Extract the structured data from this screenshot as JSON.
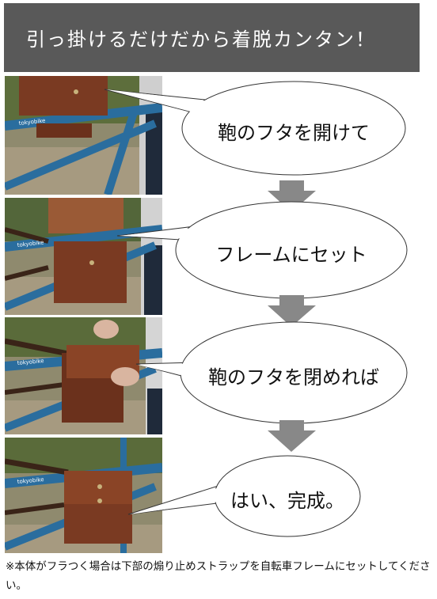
{
  "header": {
    "title": "引っ掛けるだけだから着脱カンタン！"
  },
  "steps": [
    {
      "caption": "鞄のフタを開けて",
      "photo": "bag-lid-open-on-frame"
    },
    {
      "caption": "フレームにセット",
      "photo": "bag-hooked-on-frame"
    },
    {
      "caption": "鞄のフタを閉めれば",
      "photo": "closing-bag-lid"
    },
    {
      "caption": "はい、完成。",
      "photo": "bag-mounted-complete"
    }
  ],
  "photo_labels": {
    "bike_brand": "tokyobike"
  },
  "note": "※本体がフラつく場合は下部の煽り止めストラップを自転車フレームにセットしてください。",
  "colors": {
    "header_bg": "#595959",
    "header_text": "#ffffff",
    "arrow": "#888888",
    "bag_leather": "#7a3a22",
    "bike_frame": "#2a6d9e"
  }
}
